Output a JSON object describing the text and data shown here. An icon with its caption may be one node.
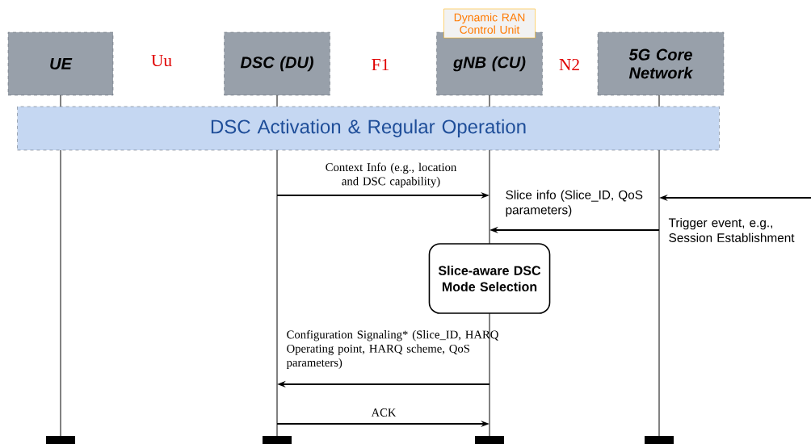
{
  "diagram": {
    "nodes": [
      {
        "text": [
          "UE"
        ]
      },
      {
        "text": [
          "DSC (DU)"
        ]
      },
      {
        "text": [
          "Dynamic RAN Control Unit"
        ]
      },
      {
        "text": [
          "gNB (CU)"
        ]
      },
      {
        "text": [
          "5G Core Network"
        ]
      },
      {
        "text": [
          "DSC Activation & Regular Operation"
        ]
      },
      {
        "text": [
          "Slice-aware DSC Mode Selection"
        ]
      },
      {
        "text": [],
        "shape": "line"
      },
      {
        "text": [],
        "shape": "line"
      },
      {
        "text": [],
        "shape": "line"
      },
      {
        "text": [],
        "shape": "line"
      },
      {
        "text": [],
        "shape": "line"
      }
    ],
    "edges": [
      {
        "from": 8,
        "to": 9,
        "arrow": "to",
        "label": "Context Info (e.g., location and DSC capability)"
      },
      {
        "from": 11,
        "to": 9,
        "arrow": "to",
        "label": "Slice info (Slice_ID, QoS parameters)"
      },
      {
        "from": null,
        "to": 11,
        "arrow": "to",
        "label": "Trigger event, e.g., Session Establishment"
      },
      {
        "from": 10,
        "to": 8,
        "arrow": "to",
        "label": "Configuration Signaling* (Slice_ID, HARQ Operating point, HARQ scheme, QoS parameters)"
      },
      {
        "from": 8,
        "to": 10,
        "arrow": "to",
        "label": "ACK"
      }
    ],
    "labels": [
      "Uu",
      "F1",
      "N2"
    ]
  }
}
